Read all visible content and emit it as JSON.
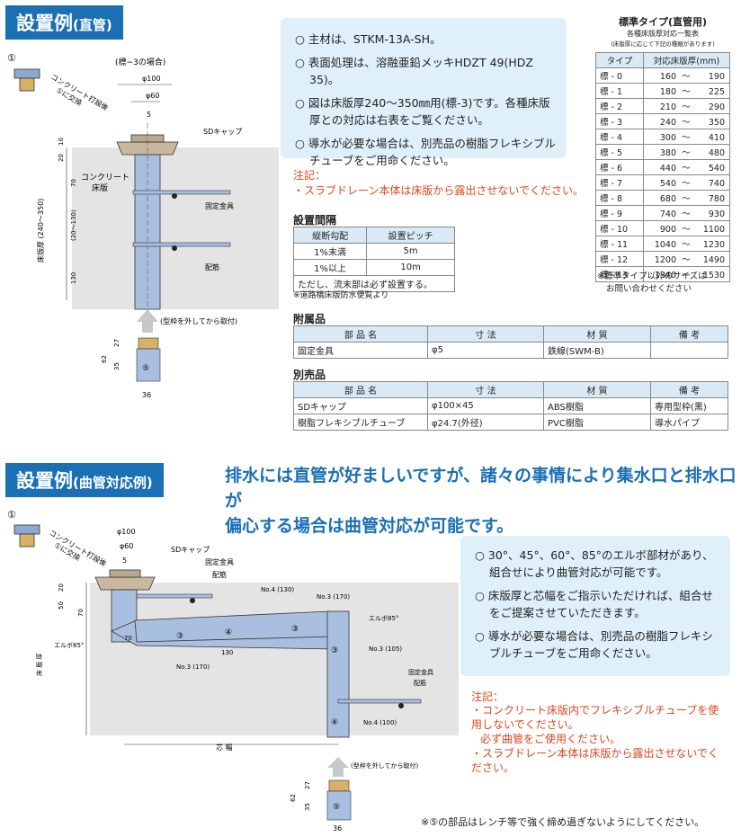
{
  "section1": {
    "title": "設置例",
    "subtitle": "(直管)",
    "info": [
      "○ 主材は、STKM-13A-SH。",
      "○ 表面処理は、溶融亜鉛メッキHDZT 49(HDZ 35)。",
      "○ 図は床版厚240〜350㎜用(標-3)です。各種床版厚との対応は右表をご覧ください。",
      "○ 導水が必要な場合は、別売品の樹脂フレキシブルチューブをご用命ください。"
    ],
    "note_title": "注記：",
    "notes": [
      "・スラブドレーン本体は床版から露出させないでください。"
    ],
    "diagram": {
      "marker": "①",
      "case_label": "(標−3の場合)",
      "phi100": "φ100",
      "phi60": "φ60",
      "dim5": "5",
      "sd_cap": "SDキャップ",
      "concrete_label": "コンクリート打設後",
      "exchange_label": "①に交換",
      "concrete_slab_1": "コンクリート",
      "concrete_slab_2": "床版",
      "fixing": "固定金具",
      "rebar": "配筋",
      "thickness": "床版厚 (240〜350)",
      "d20": "20",
      "d10": "10",
      "d70": "70",
      "d20_130": "(20〜130)",
      "d130": "130",
      "attach_note": "(型枠を外してから取付)",
      "d62": "62",
      "d27": "27",
      "d35": "35",
      "d36": "36",
      "part5": "⑤"
    },
    "interval": {
      "title": "設置間隔",
      "headers": [
        "縦断勾配",
        "設置ピッチ"
      ],
      "rows": [
        [
          "1%未満",
          "5m"
        ],
        [
          "1%以上",
          "10m"
        ]
      ],
      "footer": "ただし、流末部は必ず設置する。",
      "source": "※道路橋床版防水便覧より"
    },
    "accessory": {
      "title": "附属品",
      "headers": [
        "部 品 名",
        "寸 法",
        "材 質",
        "備 考"
      ],
      "rows": [
        [
          "固定金具",
          "φ5",
          "鉄線(SWM-B)",
          ""
        ]
      ]
    },
    "separate": {
      "title": "別売品",
      "headers": [
        "部 品 名",
        "寸 法",
        "材 質",
        "備 考"
      ],
      "rows": [
        [
          "SDキャップ",
          "φ100×45",
          "ABS樹脂",
          "専用型枠(黒)"
        ],
        [
          "樹脂フレキシブルチューブ",
          "φ24.7(外径)",
          "PVC樹脂",
          "導水パイプ"
        ]
      ]
    },
    "standard": {
      "title": "標準タイプ(直管用)",
      "subtitle": "各種床版厚対応一覧表",
      "caption": "(床版厚に応じて下記の種類があります)",
      "headers": [
        "タイプ",
        "対応床版厚(mm)"
      ],
      "rows": [
        [
          "標 - 0",
          "160",
          "190"
        ],
        [
          "標 - 1",
          "180",
          "225"
        ],
        [
          "標 - 2",
          "210",
          "290"
        ],
        [
          "標 - 3",
          "240",
          "350"
        ],
        [
          "標 - 4",
          "300",
          "410"
        ],
        [
          "標 - 5",
          "380",
          "480"
        ],
        [
          "標 - 6",
          "440",
          "540"
        ],
        [
          "標 - 7",
          "540",
          "740"
        ],
        [
          "標 - 8",
          "680",
          "780"
        ],
        [
          "標 - 9",
          "740",
          "930"
        ],
        [
          "標 - 10",
          "900",
          "1100"
        ],
        [
          "標 - 11",
          "1040",
          "1230"
        ],
        [
          "標 - 12",
          "1200",
          "1490"
        ],
        [
          "標 - 13",
          "1340",
          "1530"
        ]
      ],
      "tilde": "〜",
      "footnote_1": "※標準タイプ以外のサイズは",
      "footnote_2": "お問い合わせください"
    }
  },
  "section2": {
    "title": "設置例",
    "subtitle": "(曲管対応例)",
    "lead_1": "排水には直管が好ましいですが、諸々の事情により集水口と排水口が",
    "lead_2": "偏心する場合は曲管対応が可能です。",
    "info": [
      "○ 30°、45°、60°、85°のエルボ部材があり、組合せにより曲管対応が可能です。",
      "○ 床版厚と芯幅をご指示いただければ、組合せをご提案させていただきます。",
      "○ 導水が必要な場合は、別売品の樹脂フレキシブルチューブをご用命ください。"
    ],
    "note_title": "注記：",
    "notes": [
      "・コンクリート床版内でフレキシブルチューブを使用しないでください。",
      "必ず曲管をご使用ください。",
      "・スラブドレーン本体は床版から露出させないでください。"
    ],
    "diagram": {
      "marker": "①",
      "phi100": "φ100",
      "phi60": "φ60",
      "dim5": "5",
      "sd_cap": "SDキャップ",
      "fixing": "固定金具",
      "rebar": "配筋",
      "concrete_label": "コンクリート打設後",
      "exchange_label": "①に交換",
      "no4_130": "No.4 (130)",
      "no3_170a": "No.3 (170)",
      "no3_170b": "No.3 (170)",
      "no3_105": "No.3 (105)",
      "no4_100": "No.4 (100)",
      "elbow85a": "エルボ85°",
      "elbow85b": "エルボ85°",
      "d20": "20",
      "d50": "50",
      "d70a": "70",
      "d70b": "70",
      "d130": "130",
      "thickness": "床 版 厚",
      "core_width": "芯 幅",
      "attach_note": "(型枠を外してから取付)",
      "d62": "62",
      "d27": "27",
      "d35": "35",
      "d36": "36",
      "part5": "⑤",
      "c3": "③",
      "c4": "④"
    },
    "footer": "※⑤の部品はレンチ等で強く締め過ぎないようにしてください。"
  },
  "colors": {
    "accent": "#1b6fb5",
    "box": "#dff0fa",
    "note": "#e0451d",
    "pipe": "#a9bfe0",
    "slab": "#e4e4e4"
  }
}
